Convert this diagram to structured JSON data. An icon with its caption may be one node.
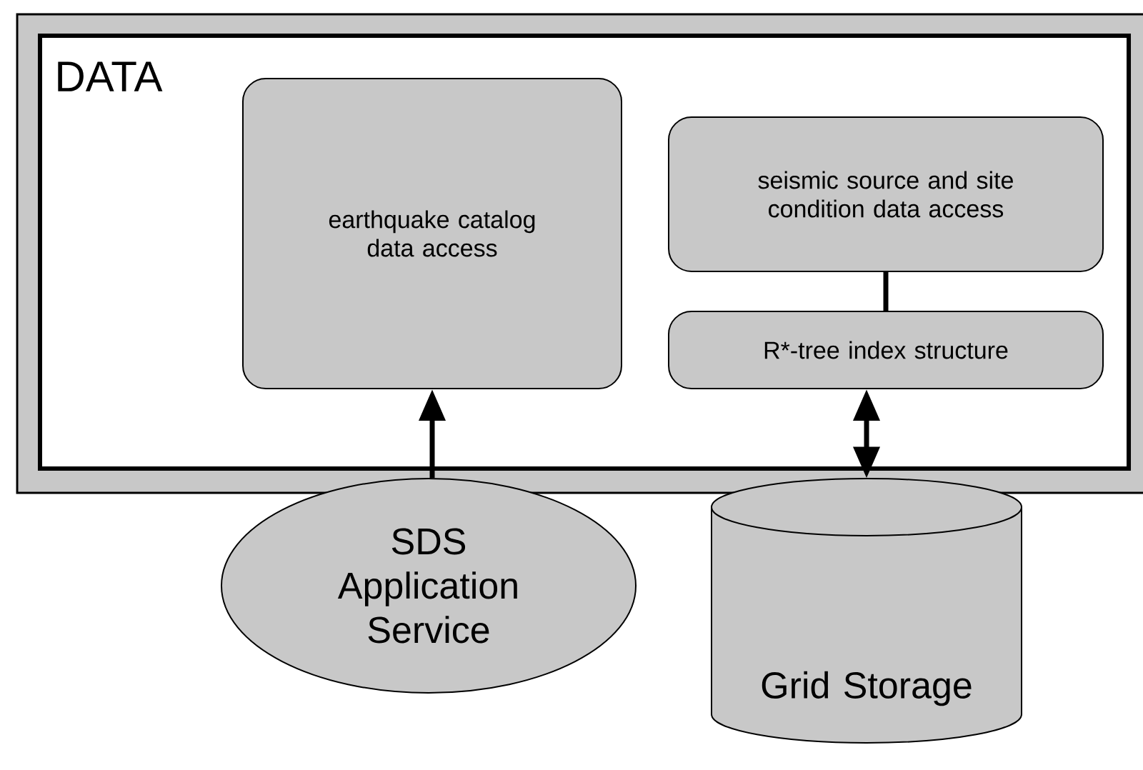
{
  "diagram": {
    "nodes": [
      {
        "text": [
          "DATA"
        ]
      },
      {
        "text": [
          "earthquake catalog data access"
        ],
        "in": 0
      },
      {
        "text": [
          "seismic source and site condition data access"
        ],
        "in": 0
      },
      {
        "text": [
          "R*-tree index structure"
        ],
        "in": 0
      },
      {
        "text": [
          "SDS Application Service"
        ]
      },
      {
        "text": [
          "Grid Storage"
        ]
      }
    ],
    "edges": [
      {
        "from": 4,
        "to": 1,
        "arrow": "to"
      },
      {
        "from": 2,
        "to": 3,
        "arrow": "none"
      },
      {
        "from": 3,
        "to": 5,
        "arrow": "both"
      }
    ]
  }
}
